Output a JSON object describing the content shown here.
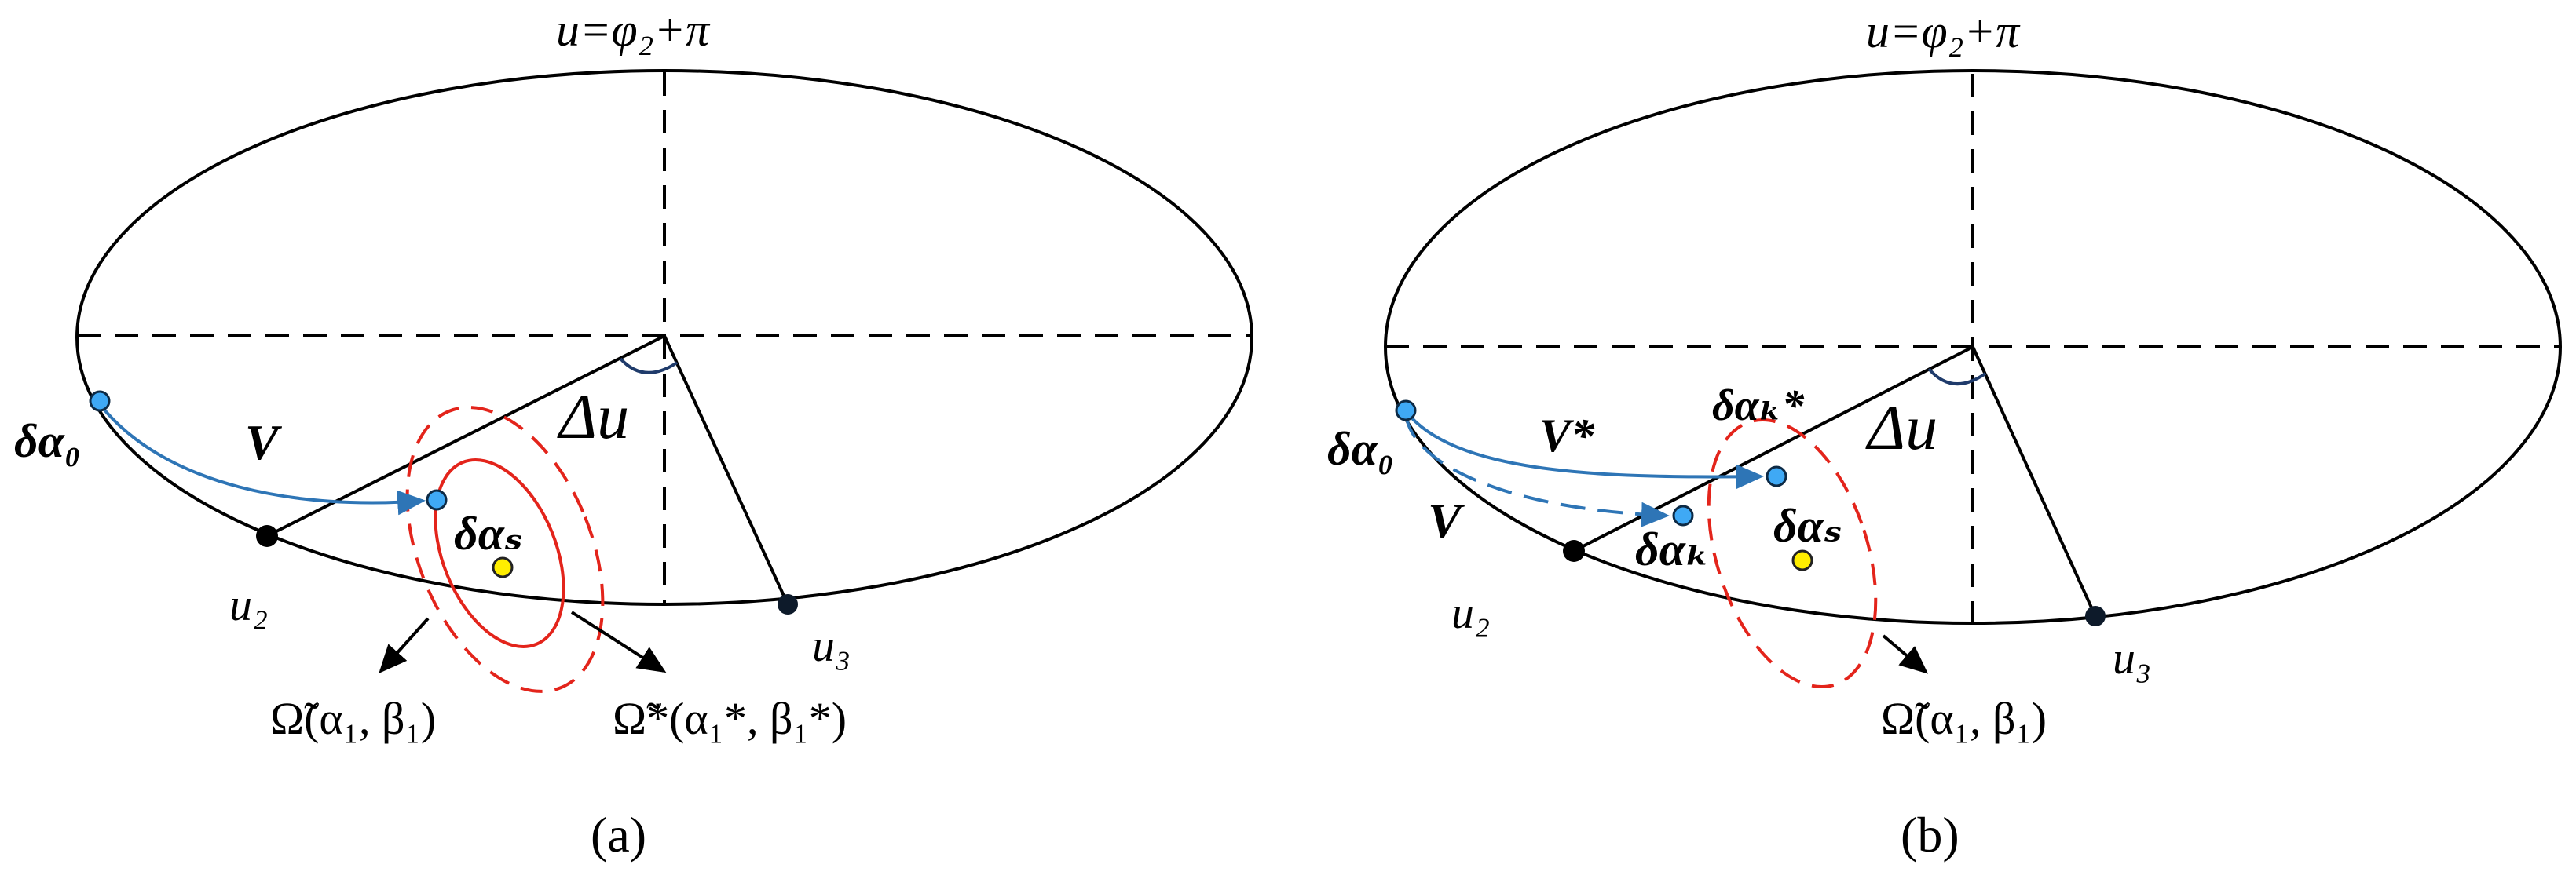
{
  "panel_a": {
    "caption": "(a)",
    "top_label": "u=φ₂+π",
    "delta_u": "Δu",
    "delta_alpha_0": "δα₀",
    "delta_alpha_s": "δαₛ",
    "v_label": "V",
    "u2": "u₂",
    "u3": "u₃",
    "omega_tilde": "Ω̃(α₁, β₁)",
    "omega_tilde_star": "Ω̃*(α₁*, β₁*)"
  },
  "panel_b": {
    "caption": "(b)",
    "top_label": "u=φ₂+π",
    "delta_u": "Δu",
    "delta_alpha_0": "δα₀",
    "delta_alpha_s": "δαₛ",
    "delta_alpha_k": "δαₖ",
    "delta_alpha_k_star": "δαₖ*",
    "v_label": "V",
    "v_star_label": "V*",
    "u2": "u₂",
    "u3": "u₃",
    "omega_tilde": "Ω̃(α₁, β₁)"
  },
  "colors": {
    "line": "#000000",
    "blue_arrow": "#2e75b6",
    "blue_point": "#3fa9f5",
    "yellow_point": "#ffee00",
    "red_region": "#e3241b"
  }
}
